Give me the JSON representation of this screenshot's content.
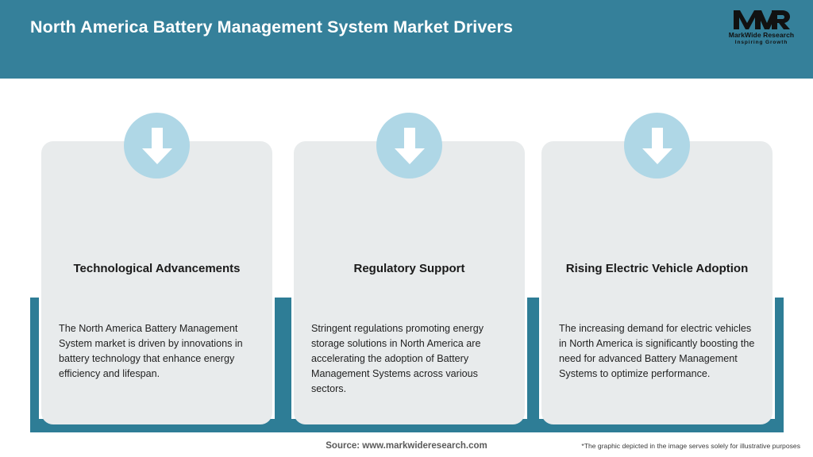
{
  "header": {
    "title": "North America Battery Management System Market Drivers",
    "background_color": "#35809A",
    "title_color": "#FFFFFF"
  },
  "logo": {
    "mark": "MWR",
    "company_name": "MarkWide Research",
    "tagline": "Inspiring Growth"
  },
  "theme": {
    "accent_teal": "#2E7D96",
    "card_background": "#E8EBEC",
    "icon_circle": "#AFD7E6",
    "icon_arrow": "#FFFFFF"
  },
  "cards": [
    {
      "icon": "arrow-down-icon",
      "heading": "Technological Advancements",
      "body": "The North America Battery Management System market is driven by innovations in battery technology that enhance energy efficiency and lifespan."
    },
    {
      "icon": "arrow-down-icon",
      "heading": "Regulatory Support",
      "body": "Stringent regulations promoting energy storage solutions in North America are accelerating the adoption of Battery Management Systems across various sectors."
    },
    {
      "icon": "arrow-down-icon",
      "heading": "Rising Electric Vehicle Adoption",
      "body": "The increasing demand for electric vehicles in North America is significantly boosting the need for advanced Battery Management Systems to optimize performance."
    }
  ],
  "footer": {
    "source": "Source: www.markwideresearch.com",
    "disclaimer": "*The graphic depicted in the image serves solely for illustrative purposes"
  }
}
